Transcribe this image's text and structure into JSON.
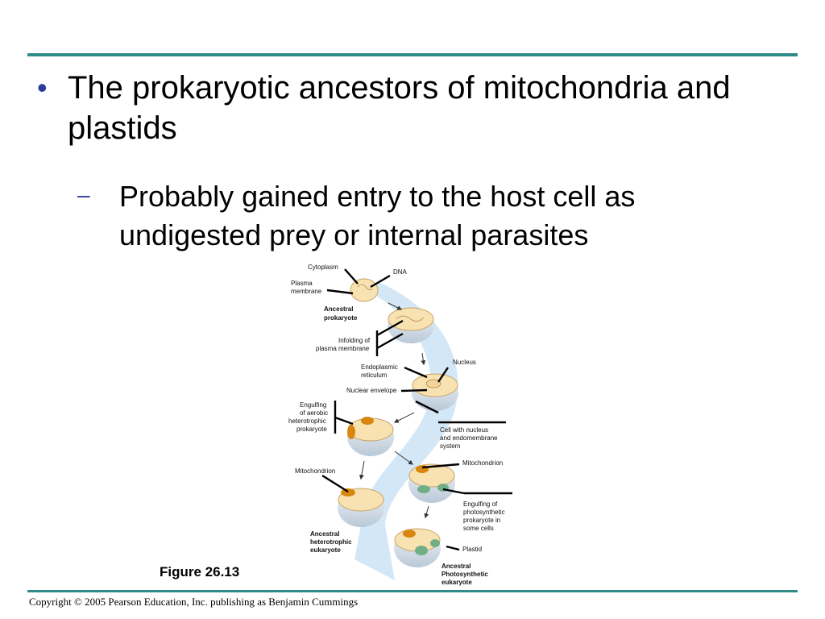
{
  "bullet": {
    "text": "The prokaryotic ancestors of mitochondria and plastids",
    "sub": "Probably gained entry to the host cell as undigested prey or internal parasites"
  },
  "figure": {
    "label": "Figure 26.13",
    "labels": {
      "cytoplasm": "Cytoplasm",
      "dna": "DNA",
      "plasma_membrane": [
        "Plasma",
        "membrane"
      ],
      "ancestral_prokaryote": [
        "Ancestral",
        "prokaryote"
      ],
      "infolding": [
        "Infolding of",
        "plasma membrane"
      ],
      "nucleus": "Nucleus",
      "endoplasmic_reticulum": [
        "Endoplasmic",
        "reticulum"
      ],
      "nuclear_envelope": "Nuclear envelope",
      "engulfing_aerobic": [
        "Engulfing",
        "of aerobic",
        "heterotrophic",
        "prokaryote"
      ],
      "cell_with_nucleus": [
        "Cell with nucleus",
        "and endomembrane",
        "system"
      ],
      "mitochondrion_right": "Mitochondrion",
      "mitochondrion_left": "Mitochondrion",
      "engulfing_photosynthetic": [
        "Engulfing of",
        "photosynthetic",
        "prokaryote in",
        "some cells"
      ],
      "ancestral_heterotrophic": [
        "Ancestral",
        "heterotrophic",
        "eukaryote"
      ],
      "plastid": "Plastid",
      "ancestral_photosynthetic": [
        "Ancestral",
        "Photosynthetic",
        "eukaryote"
      ]
    }
  },
  "footer": {
    "copyright": "Copyright © 2005 Pearson Education, Inc. publishing as Benjamin Cummings"
  },
  "colors": {
    "rule": "#2f8a8a",
    "bullet": "#2e3a9a",
    "arrow": "#cfe4f6",
    "cell": "#f8e2b2",
    "mitochondrion": "#d9860e",
    "plastid": "#6fae86"
  }
}
